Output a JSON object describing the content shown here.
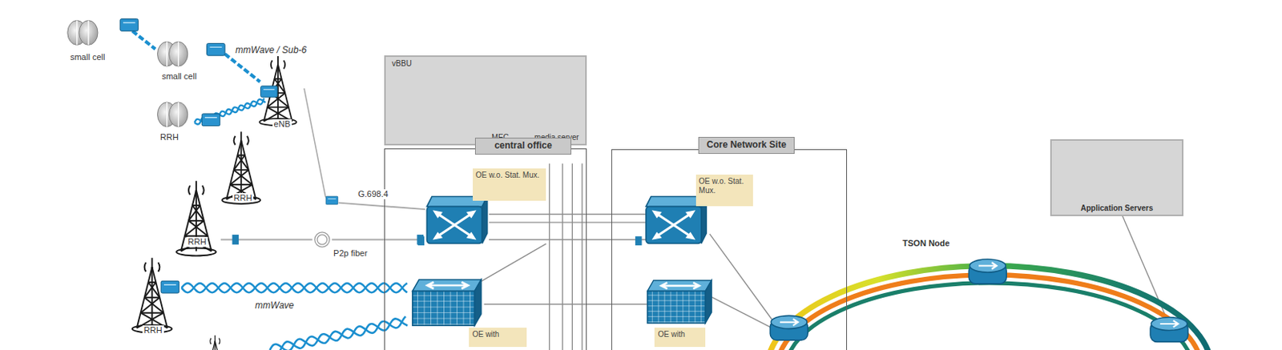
{
  "diagram": {
    "nodes": [
      {
        "text": [
          "vBBU"
        ]
      },
      {
        "text": [
          "MEC"
        ],
        "in": 0
      },
      {
        "text": [
          "media server"
        ],
        "in": 0
      },
      {
        "text": [
          "central office"
        ]
      },
      {
        "text": [
          "OE w.o. Stat. Mux."
        ],
        "in": 3
      },
      {
        "text": [
          "OE with"
        ],
        "in": 3
      },
      {
        "text": [
          "Core Network Site"
        ]
      },
      {
        "text": [
          "OE w.o. Stat. Mux."
        ],
        "in": 6
      },
      {
        "text": [
          "OE with"
        ],
        "in": 6
      },
      {
        "text": [
          "Application Servers"
        ]
      }
    ],
    "labels": [
      "mmWave / Sub-6",
      "small cell",
      "small cell",
      "RRH",
      "eNB",
      "RRH",
      "RRH",
      "RRH",
      "G.698.4",
      "P2p fiber",
      "mmWave",
      "TSON Node"
    ]
  }
}
